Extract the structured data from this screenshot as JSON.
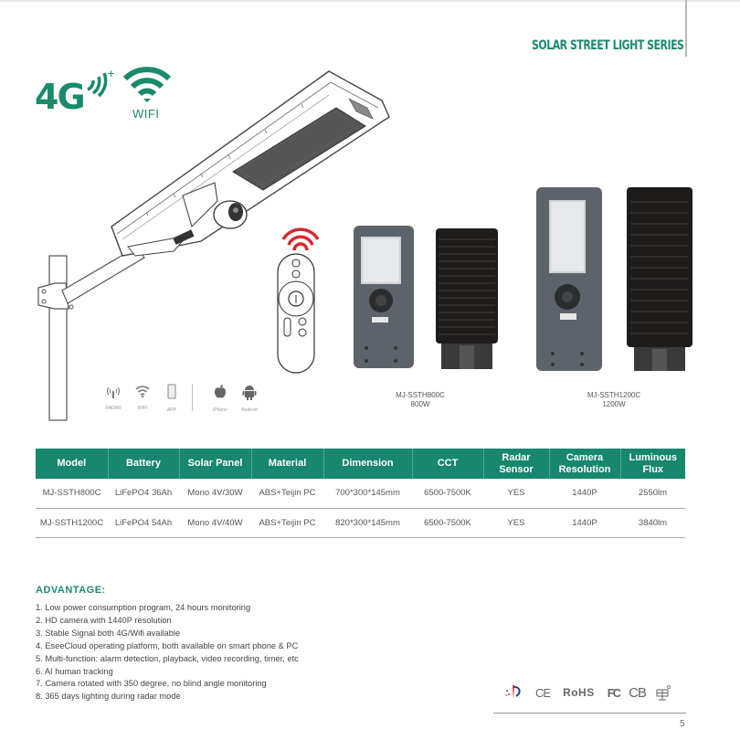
{
  "header": {
    "series_title": "SOLAR STREET LIGHT SERIES"
  },
  "badges": {
    "network_4g": "4G",
    "network_4g_plus": "+",
    "wifi_label": "WIFI"
  },
  "feature_icons": [
    {
      "icon": "radar-icon",
      "label": "RADAR"
    },
    {
      "icon": "wifi-icon",
      "label": "WIFI"
    },
    {
      "icon": "app-icon",
      "label": "APP"
    },
    {
      "icon": "apple-icon",
      "label": "iPhone"
    },
    {
      "icon": "android-icon",
      "label": "Android"
    }
  ],
  "products": [
    {
      "model": "MJ-SSTH800C",
      "power": "800W"
    },
    {
      "model": "MJ-SSTH1200C",
      "power": "1200W"
    }
  ],
  "spec_table": {
    "headers": [
      "Model",
      "Battery",
      "Solar Panel",
      "Material",
      "Dimension",
      "CCT",
      "Radar Sensor",
      "Camera Resolution",
      "Luminous Flux"
    ],
    "header_lines": [
      [
        "Model"
      ],
      [
        "Battery"
      ],
      [
        "Solar Panel"
      ],
      [
        "Material"
      ],
      [
        "Dimension"
      ],
      [
        "CCT"
      ],
      [
        "Radar",
        "Sensor"
      ],
      [
        "Camera",
        "Resolution"
      ],
      [
        "Luminous",
        "Flux"
      ]
    ],
    "rows": [
      [
        "MJ-SSTH800C",
        "LiFePO4 36Ah",
        "Mono 4V/30W",
        "ABS+Teijin PC",
        "700*300*145mm",
        "6500-7500K",
        "YES",
        "1440P",
        "2550lm"
      ],
      [
        "MJ-SSTH1200C",
        "LiFePO4 54Ah",
        "Mono 4V/40W",
        "ABS+Teijin PC",
        "820*300*145mm",
        "6500-7500K",
        "YES",
        "1440P",
        "3840lm"
      ]
    ]
  },
  "advantage": {
    "title": "ADVANTAGE:",
    "items": [
      "1. Low power consumption program, 24 hours monitoring",
      "2. HD camera with 1440P resolution",
      "3. Stable Signal both 4G/Wifi available",
      "4. EseeCloud operating platform, both available on smart phone & PC",
      "5. Multi-function: alarm detection, playback, video recording, timer, etc",
      "6. AI human tracking",
      "7. Camera rotated with 350 degree, no blind angle monitoring",
      "8. 365 days lighting during radar mode"
    ]
  },
  "certifications": [
    {
      "icon": "cqc-logo-icon",
      "label": ""
    },
    {
      "icon": "ce-mark-icon",
      "label": "CE"
    },
    {
      "icon": "rohs-mark-icon",
      "label": "RoHS"
    },
    {
      "icon": "fcc-mark-icon",
      "label": "FC"
    },
    {
      "icon": "cb-mark-icon",
      "label": "CB"
    },
    {
      "icon": "solar-panel-icon",
      "label": ""
    }
  ],
  "colors": {
    "brand_green": "#17876e",
    "remote_signal_red": "#d9292b"
  },
  "footer": {
    "page_number": "5"
  }
}
